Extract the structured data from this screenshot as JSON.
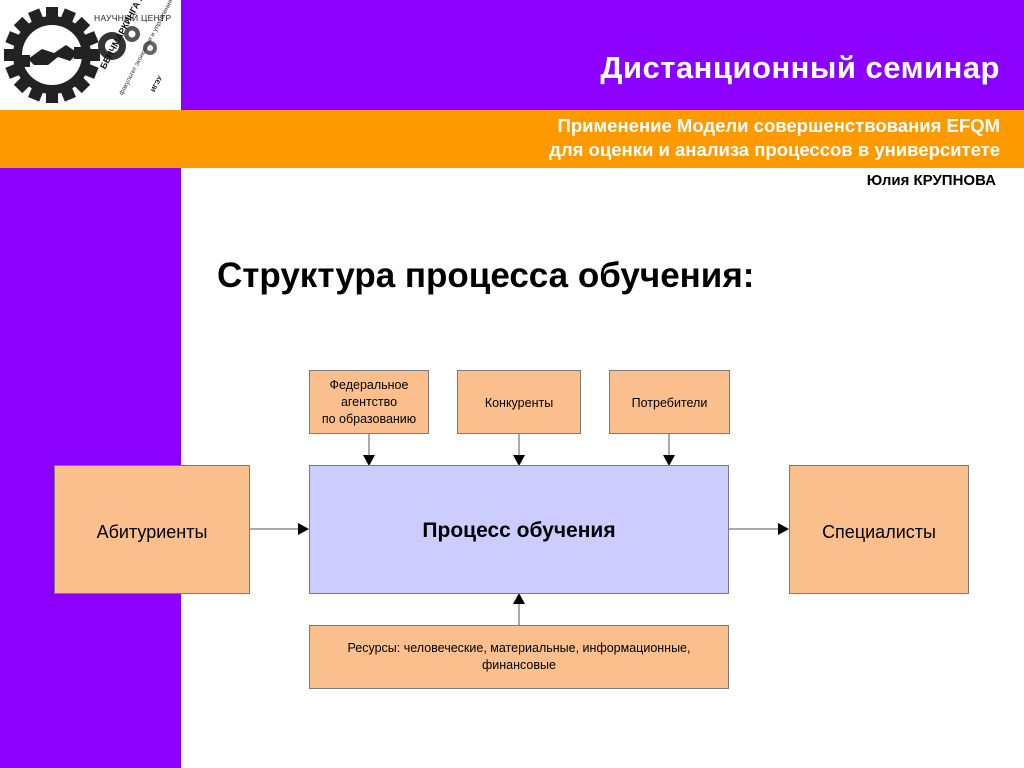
{
  "colors": {
    "purple": "#8c00ff",
    "orange": "#ff9900",
    "box_peach": "#fbbf8e",
    "box_lavender": "#ccccff",
    "title_text": "#ffffff"
  },
  "logo": {
    "center_label": "НАУЧНЫЙ ЦЕНТР",
    "name": "БЕНЧМАРКИНГА и совершенствования",
    "sub": "факультет экономики и управления",
    "university": "ИГЭУ"
  },
  "header": {
    "seminar_title": "Дистанционный семинар",
    "subtitle_line1": "Применение Модели совершенствования EFQM",
    "subtitle_line2": "для оценки и анализа процессов в университете",
    "author": "Юлия КРУПНОВА"
  },
  "slide": {
    "heading": "Структура процесса обучения:"
  },
  "diagram": {
    "top_inputs": {
      "federal_agency_line1": "Федеральное",
      "federal_agency_line2": "агентство",
      "federal_agency_line3": "по образованию",
      "competitors": "Конкуренты",
      "consumers": "Потребители"
    },
    "input": "Абитуриенты",
    "process": "Процесс обучения",
    "output": "Специалисты",
    "resources_line1": "Ресурсы: человеческие, материальные, информационные,",
    "resources_line2": "финансовые"
  }
}
